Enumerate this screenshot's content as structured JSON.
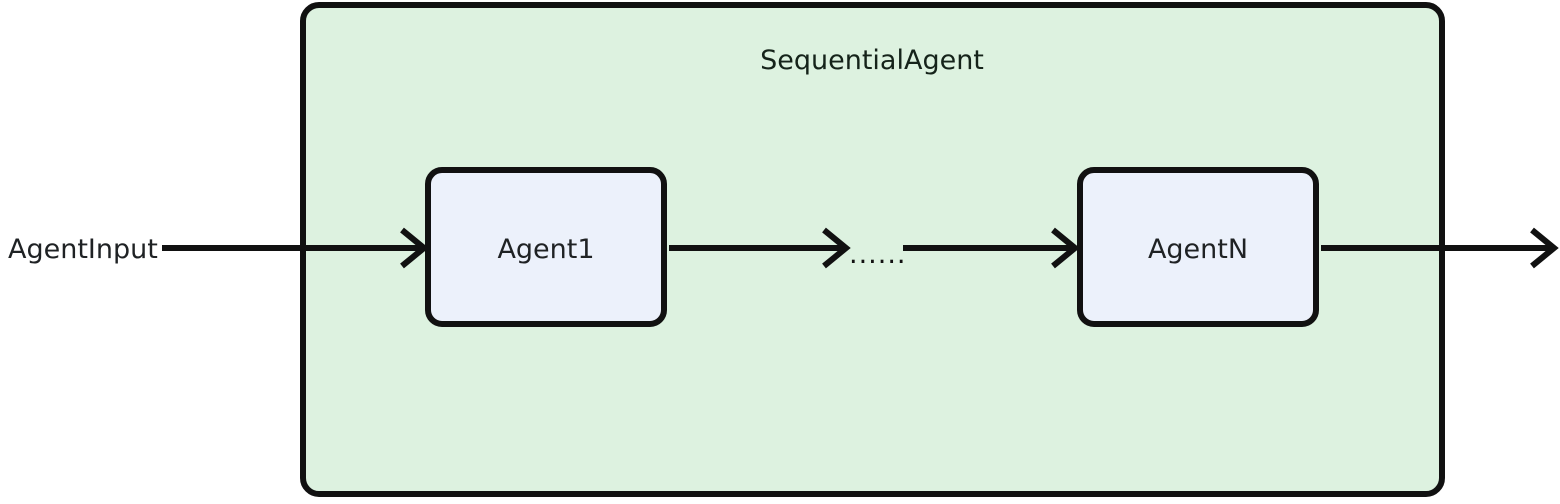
{
  "diagram": {
    "type": "flowchart",
    "direction": "left-to-right",
    "background_color": "#ffffff",
    "container": {
      "title": "SequentialAgent",
      "fill_color": "#ddf2e0",
      "stroke_color": "#111111",
      "title_color": "#15231a"
    },
    "nodes": [
      {
        "id": "agent1",
        "label": "Agent1",
        "fill_color": "#ecf1fb",
        "stroke_color": "#111111",
        "text_color": "#1f2224"
      },
      {
        "id": "agentN",
        "label": "AgentN",
        "fill_color": "#ecf1fb",
        "stroke_color": "#111111",
        "text_color": "#1f2224"
      }
    ],
    "ellipsis": "......",
    "input_label": "AgentInput",
    "edges": [
      {
        "id": "input-to-agent1",
        "from": "AgentInput",
        "to": "Agent1"
      },
      {
        "id": "agent1-to-ellipsis",
        "from": "Agent1",
        "to": "......"
      },
      {
        "id": "ellipsis-to-agentN",
        "from": "......",
        "to": "AgentN"
      },
      {
        "id": "agentN-to-output",
        "from": "AgentN",
        "to": ""
      }
    ],
    "edge_color": "#111111"
  }
}
